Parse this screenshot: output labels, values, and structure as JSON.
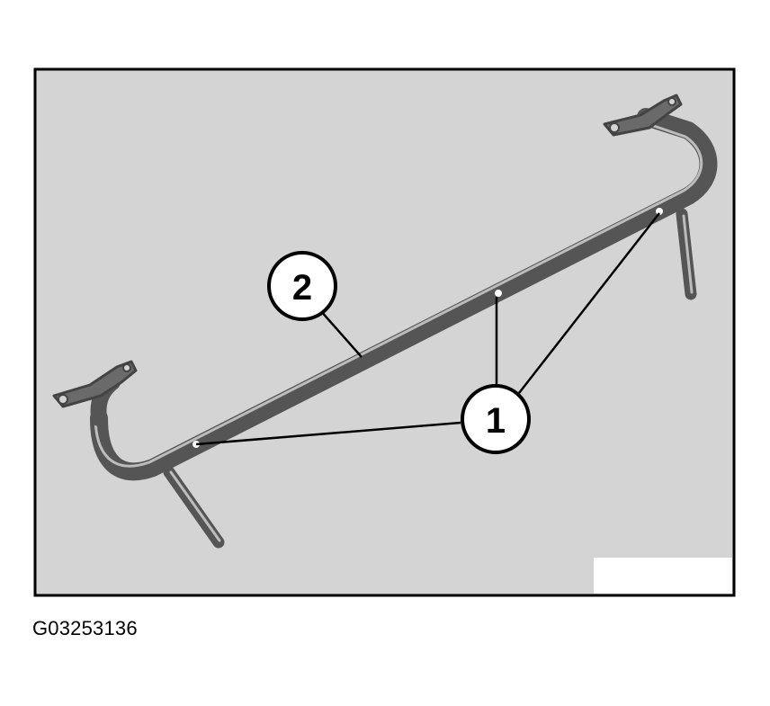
{
  "figure": {
    "code": "G03253136",
    "colors": {
      "panel_bg": "#d4d4d4",
      "panel_border": "#000000",
      "part_body": "#555555",
      "part_highlight": "#bcbcbc",
      "leader": "#000000",
      "callout_fill": "#ffffff"
    }
  },
  "callouts": [
    {
      "label": "1"
    },
    {
      "label": "2"
    }
  ]
}
